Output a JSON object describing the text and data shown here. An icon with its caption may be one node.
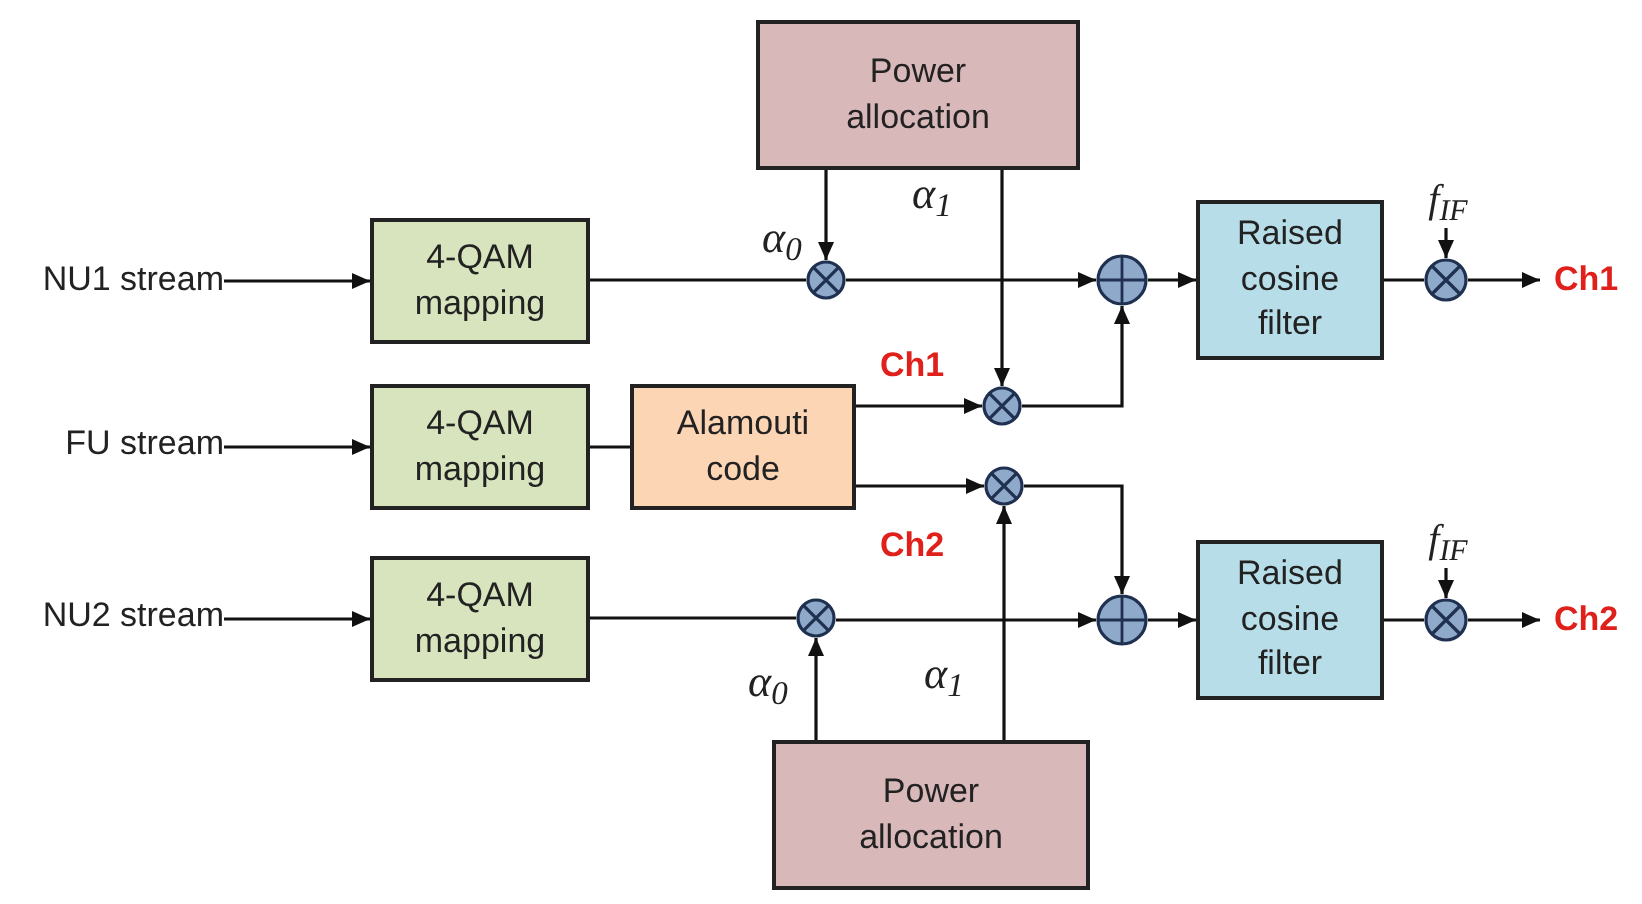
{
  "diagram": {
    "nodes": [
      {
        "text": [
          "NU1 stream"
        ]
      },
      {
        "text": [
          "FU stream"
        ]
      },
      {
        "text": [
          "NU2 stream"
        ]
      },
      {
        "text": [
          "4-QAM mapping"
        ]
      },
      {
        "text": [
          "4-QAM mapping"
        ]
      },
      {
        "text": [
          "4-QAM mapping"
        ]
      },
      {
        "text": [
          "Alamouti code"
        ]
      },
      {
        "text": [
          "Power allocation"
        ]
      },
      {
        "text": [
          "Power allocation"
        ]
      },
      {
        "text": [],
        "shape": "circle"
      },
      {
        "text": [],
        "shape": "circle"
      },
      {
        "text": [],
        "shape": "circle"
      },
      {
        "text": [],
        "shape": "circle"
      },
      {
        "text": [],
        "shape": "circle"
      },
      {
        "text": [],
        "shape": "circle"
      },
      {
        "text": [
          "Raised cosine filter"
        ]
      },
      {
        "text": [
          "Raised cosine filter"
        ]
      },
      {
        "text": [],
        "shape": "circle"
      },
      {
        "text": [],
        "shape": "circle"
      },
      {
        "text": [
          "f$_{IF}$"
        ]
      },
      {
        "text": [
          "f$_{IF}$"
        ]
      },
      {
        "text": [
          "Ch1"
        ]
      },
      {
        "text": [
          "Ch2"
        ]
      }
    ],
    "edges": [
      {
        "from": 0,
        "to": 3,
        "arrow": "to"
      },
      {
        "from": 1,
        "to": 4,
        "arrow": "to"
      },
      {
        "from": 2,
        "to": 5,
        "arrow": "to"
      },
      {
        "from": 3,
        "to": 9,
        "arrow": "none"
      },
      {
        "from": 4,
        "to": 6,
        "arrow": "none"
      },
      {
        "from": 5,
        "to": 12,
        "arrow": "none"
      },
      {
        "from": 7,
        "to": 9,
        "arrow": "to",
        "label": "α$_{0}$"
      },
      {
        "from": 7,
        "to": 10,
        "arrow": "to",
        "label": "α$_{1}$"
      },
      {
        "from": 6,
        "to": 10,
        "arrow": "to",
        "label": "Ch1"
      },
      {
        "from": 6,
        "to": 11,
        "arrow": "to",
        "label": "Ch2"
      },
      {
        "from": 8,
        "to": 12,
        "arrow": "to",
        "label": "α$_{0}$"
      },
      {
        "from": 8,
        "to": 11,
        "arrow": "to",
        "label": "α$_{1}$"
      },
      {
        "from": 9,
        "to": 13,
        "arrow": "to"
      },
      {
        "from": 10,
        "to": 13,
        "arrow": "to"
      },
      {
        "from": 11,
        "to": 14,
        "arrow": "to"
      },
      {
        "from": 12,
        "to": 14,
        "arrow": "to"
      },
      {
        "from": 13,
        "to": 15,
        "arrow": "to"
      },
      {
        "from": 14,
        "to": 16,
        "arrow": "to"
      },
      {
        "from": 15,
        "to": 17,
        "arrow": "none"
      },
      {
        "from": 16,
        "to": 18,
        "arrow": "none"
      },
      {
        "from": 19,
        "to": 17,
        "arrow": "to"
      },
      {
        "from": 20,
        "to": 18,
        "arrow": "to"
      },
      {
        "from": 17,
        "to": 21,
        "arrow": "to"
      },
      {
        "from": 18,
        "to": 22,
        "arrow": "to"
      }
    ]
  }
}
